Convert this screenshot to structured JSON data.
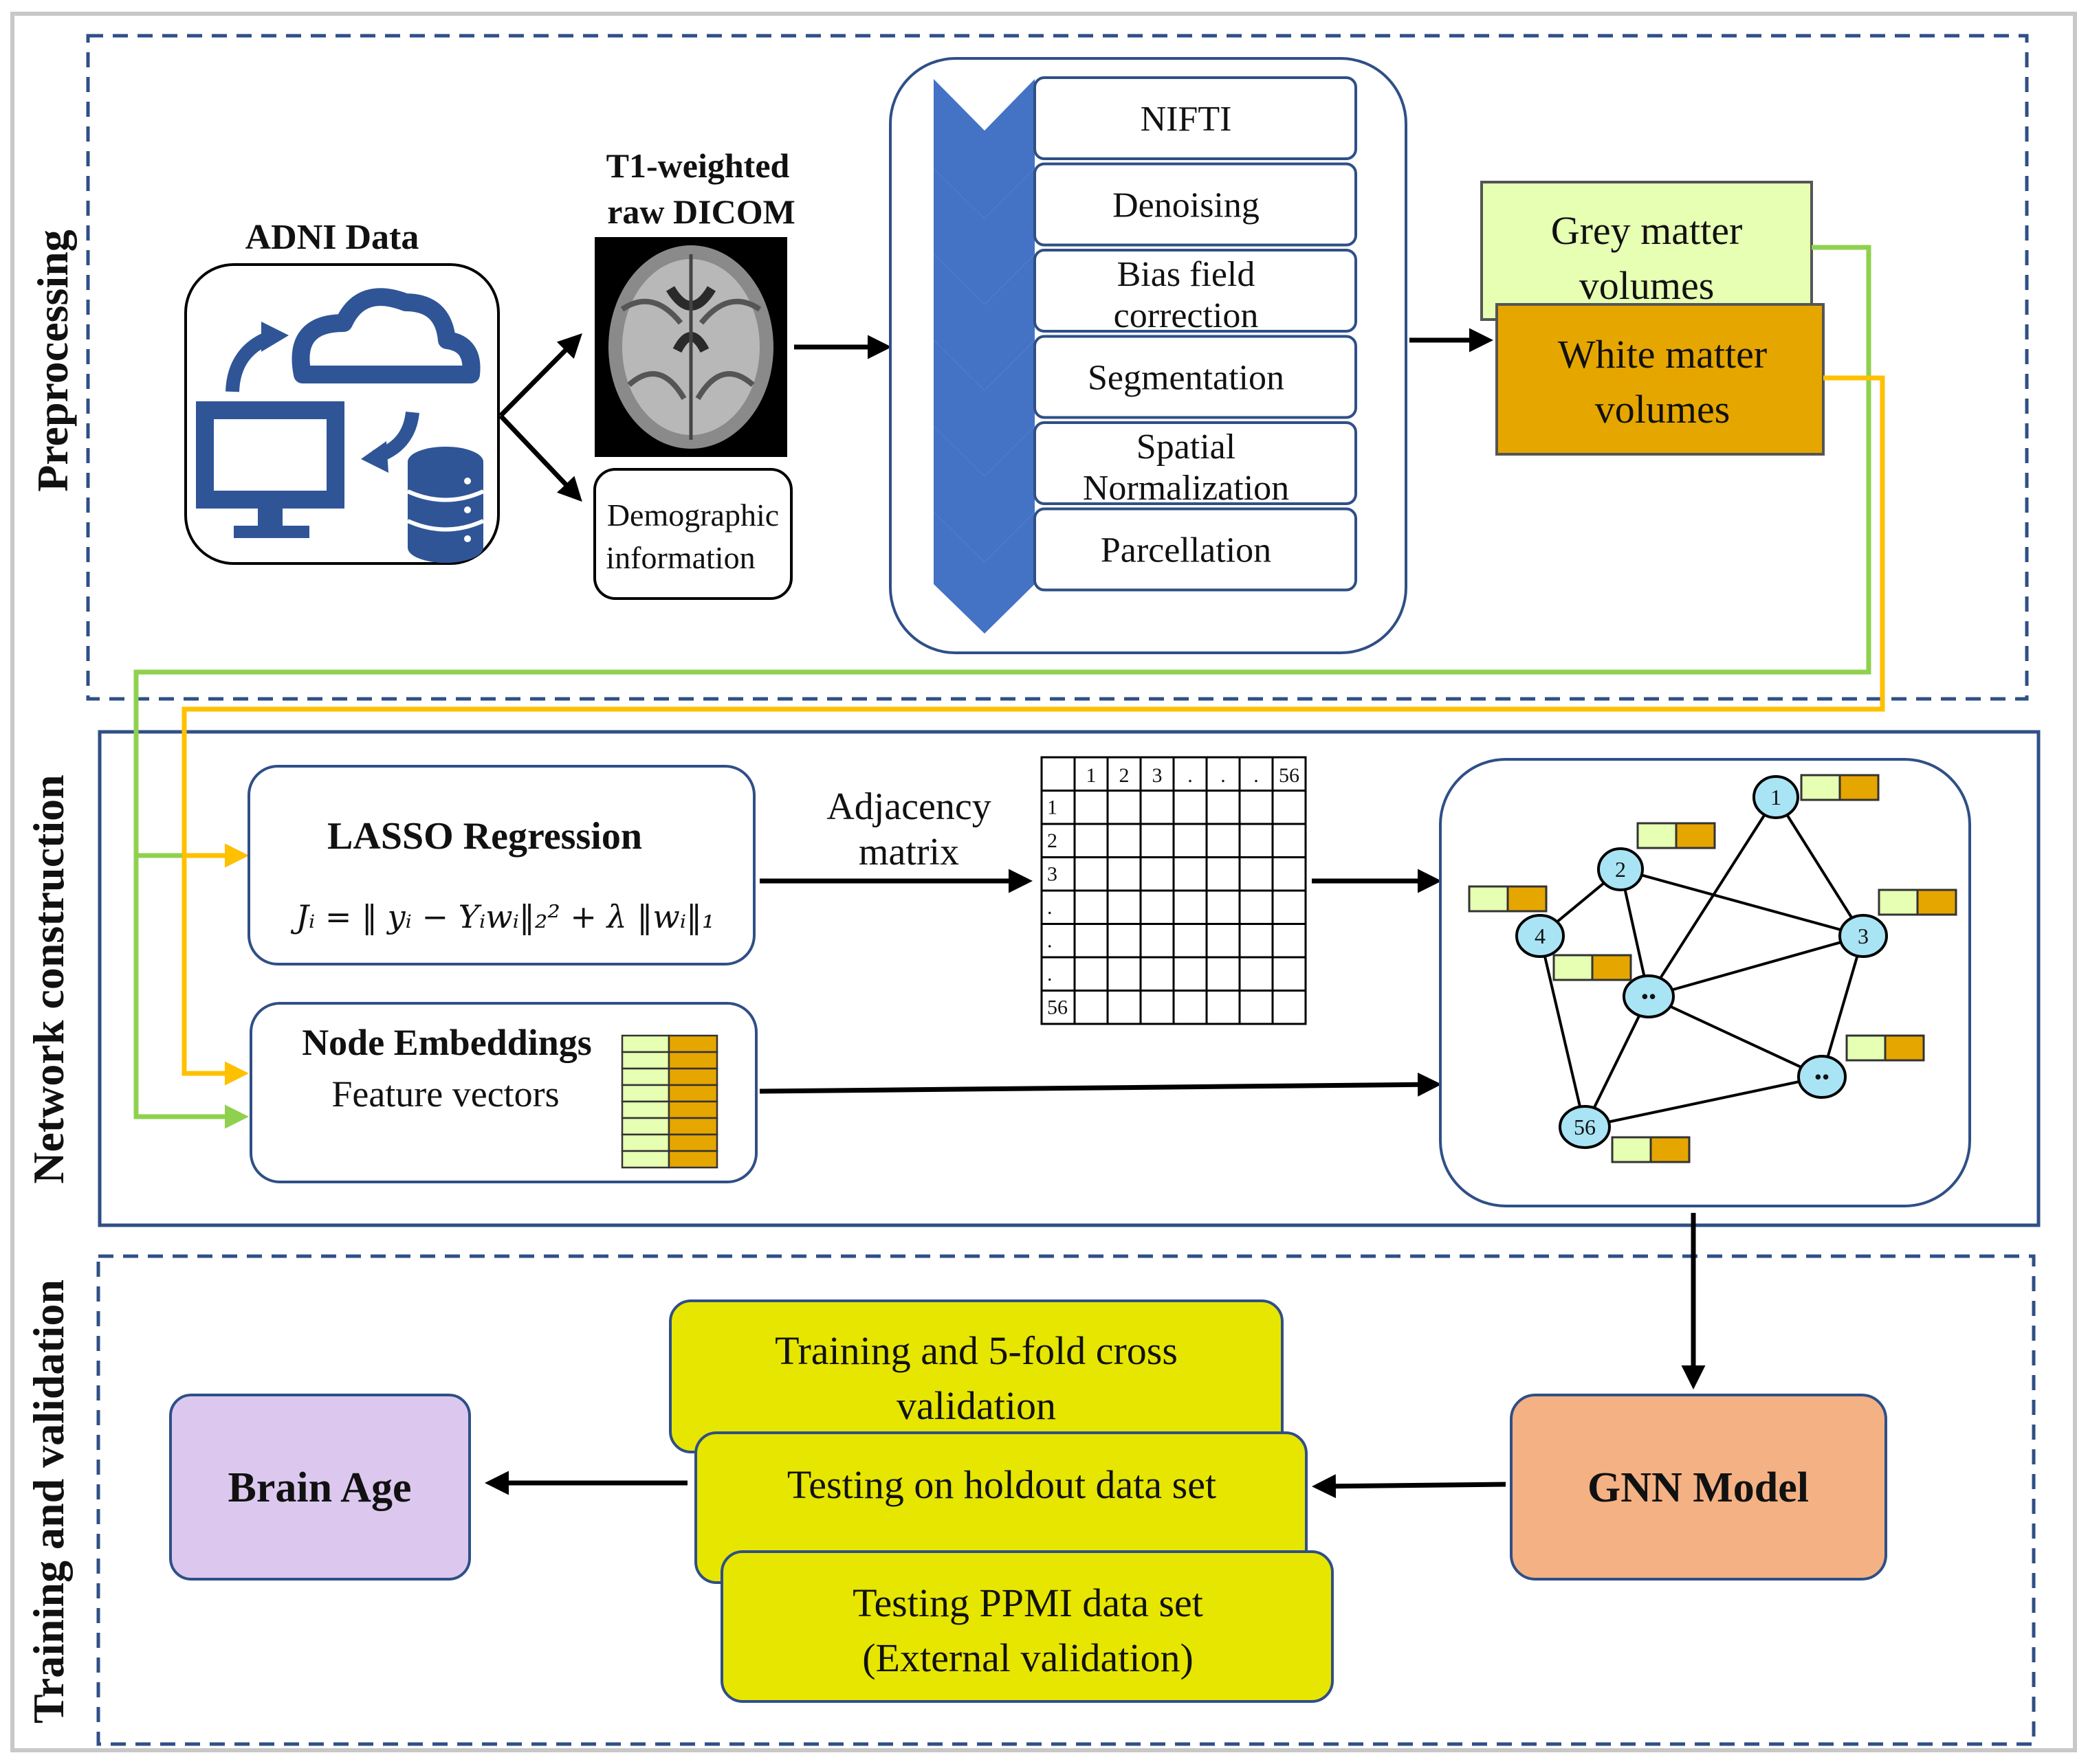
{
  "sections": {
    "preprocessing": "Preprocessing",
    "network": "Network construction",
    "training": "Training and validation"
  },
  "preprocessing": {
    "adni": "ADNI Data",
    "t1_line1": "T1-weighted",
    "t1_line2": "raw DICOM",
    "demo_line1": "Demographic",
    "demo_line2": "information",
    "steps": [
      {
        "line1": "NIFTI",
        "line2": ""
      },
      {
        "line1": "Denoising",
        "line2": ""
      },
      {
        "line1": "Bias field",
        "line2": "correction"
      },
      {
        "line1": "Segmentation",
        "line2": ""
      },
      {
        "line1": "Spatial",
        "line2": "Normalization"
      },
      {
        "line1": "Parcellation",
        "line2": ""
      }
    ],
    "grey_line1": "Grey matter",
    "grey_line2": "volumes",
    "white_line1": "White matter",
    "white_line2": "volumes"
  },
  "network": {
    "lasso_title": "LASSO Regression",
    "lasso_formula": "Jᵢ = ‖ yᵢ − Yᵢwᵢ‖₂² + λ ‖wᵢ‖₁",
    "adj_line1": "Adjacency",
    "adj_line2": "matrix",
    "matrix_header": [
      "1",
      "2",
      "3",
      ".",
      ".",
      ".",
      "56"
    ],
    "matrix_rows": [
      "1",
      "2",
      "3",
      ".",
      ".",
      ".",
      "56"
    ],
    "node_title": "Node Embeddings",
    "node_sub": "Feature vectors",
    "graph_nodes": [
      "1",
      "2",
      "3",
      "4",
      "••",
      "••",
      "56"
    ]
  },
  "training": {
    "brain_age": "Brain Age",
    "gnn": "GNN Model",
    "box1_line1": "Training and 5-fold cross",
    "box1_line2": "validation",
    "box2_line1": "Testing on holdout data set",
    "box3_line1": "Testing PPMI data set",
    "box3_line2": "(External validation)"
  },
  "colors": {
    "navy": "#2f4f86",
    "chevron": "#4472c4",
    "green_line": "#8fd14f",
    "orange_line": "#ffc000",
    "grey_matter": "#e6ffb3",
    "white_matter": "#e6a600",
    "node": "#a9e4f5",
    "yellow_box": "#e6e600",
    "gnn": "#f4b183",
    "brain_age": "#dcc8ef"
  }
}
